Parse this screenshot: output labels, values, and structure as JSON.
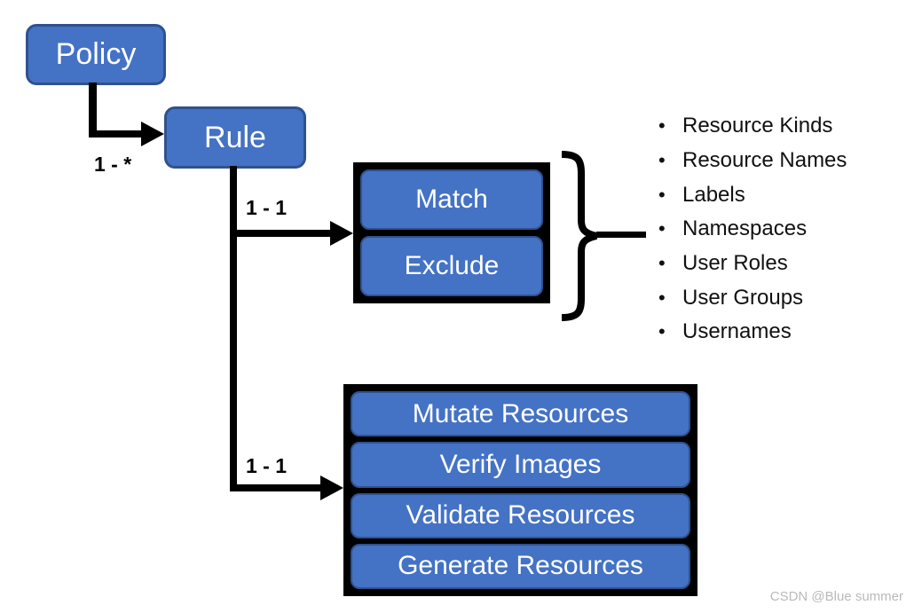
{
  "nodes": {
    "policy": {
      "label": "Policy"
    },
    "rule": {
      "label": "Rule"
    },
    "match": {
      "label": "Match"
    },
    "exclude": {
      "label": "Exclude"
    },
    "actions": [
      {
        "label": "Mutate Resources"
      },
      {
        "label": "Verify Images"
      },
      {
        "label": "Validate Resources"
      },
      {
        "label": "Generate Resources"
      }
    ]
  },
  "edges": {
    "policy_to_rule": {
      "label": "1 - *"
    },
    "rule_to_match": {
      "label": "1 - 1"
    },
    "rule_to_actions": {
      "label": "1 - 1"
    }
  },
  "criteria": {
    "bullet": "•",
    "items": [
      {
        "label": "Resource Kinds"
      },
      {
        "label": "Resource Names"
      },
      {
        "label": "Labels"
      },
      {
        "label": "Namespaces"
      },
      {
        "label": "User Roles"
      },
      {
        "label": "User Groups"
      },
      {
        "label": "Usernames"
      }
    ]
  },
  "watermark": {
    "text": "CSDN @Blue summer"
  },
  "colors": {
    "node_fill": "#4472C4",
    "node_border": "#2F528F",
    "connector": "#000000",
    "watermark_text": "#B9B9B9"
  }
}
